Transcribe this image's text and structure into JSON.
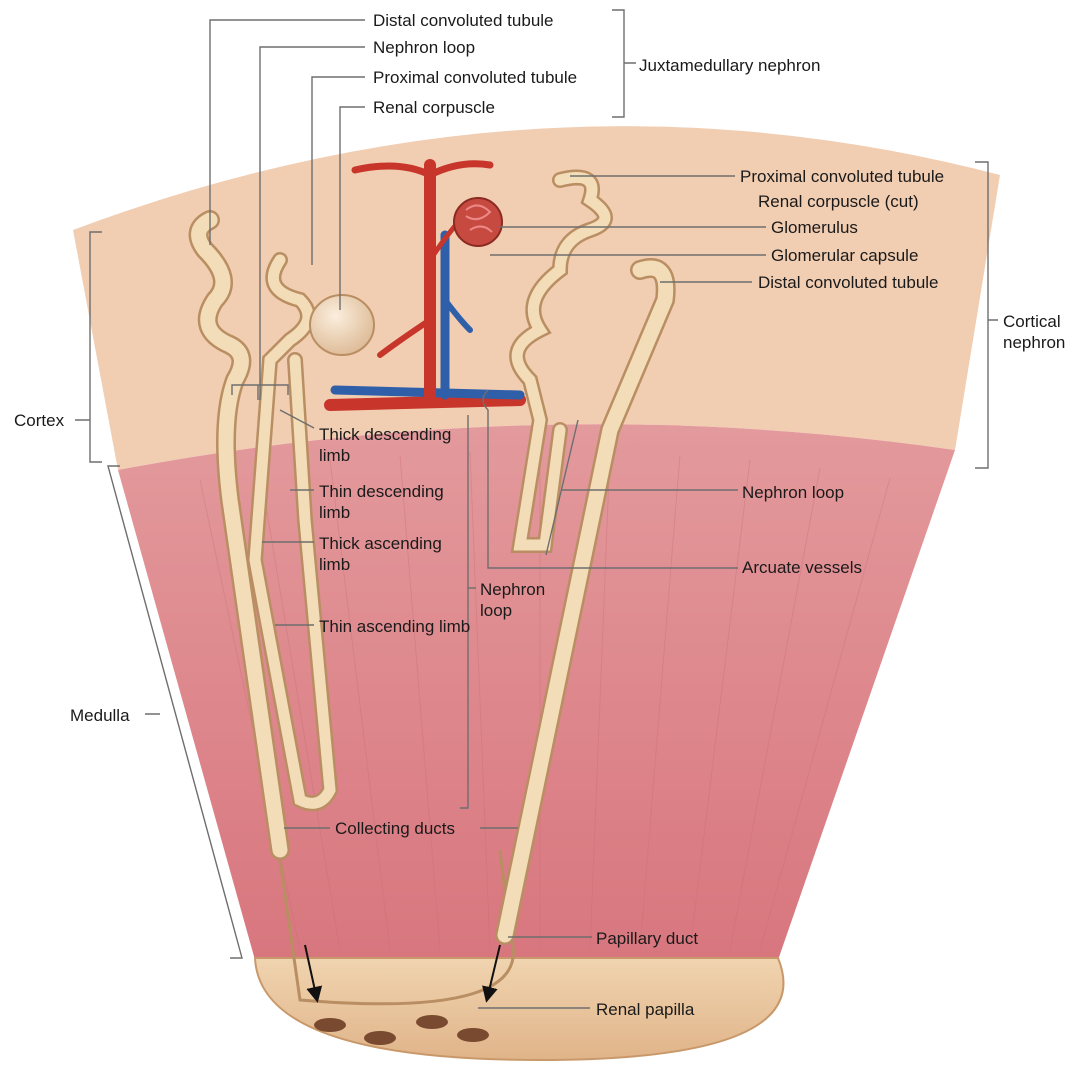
{
  "labels": {
    "distal_convoluted_tubule_top": "Distal convoluted tubule",
    "nephron_loop_top": "Nephron loop",
    "proximal_convoluted_tubule_top": "Proximal convoluted tubule",
    "renal_corpuscle_top": "Renal corpuscle",
    "juxtamedullary_nephron": "Juxtamedullary nephron",
    "proximal_convoluted_tubule_right": "Proximal convoluted tubule",
    "renal_corpuscle_cut": "Renal corpuscle (cut)",
    "glomerulus": "Glomerulus",
    "glomerular_capsule": "Glomerular capsule",
    "distal_convoluted_tubule_right": "Distal convoluted tubule",
    "cortical_nephron": "Cortical nephron",
    "cortex": "Cortex",
    "medulla": "Medulla",
    "thick_descending_limb": "Thick descending limb",
    "thin_descending_limb": "Thin descending limb",
    "thick_ascending_limb": "Thick ascending limb",
    "thin_ascending_limb": "Thin ascending limb",
    "nephron_loop_center": "Nephron loop",
    "nephron_loop_right": "Nephron loop",
    "arcuate_vessels": "Arcuate vessels",
    "collecting_ducts": "Collecting ducts",
    "papillary_duct": "Papillary duct",
    "renal_papilla": "Renal papilla"
  },
  "colors": {
    "cortex": "#f1cdb2",
    "medulla": "#d9828a",
    "papilla": "#e9c79e",
    "tubule": "#f3dcb8",
    "tubule_outline": "#b98e62",
    "artery": "#c8352a",
    "vein": "#2f5fa8",
    "leader_line": "#6e6e6e"
  }
}
